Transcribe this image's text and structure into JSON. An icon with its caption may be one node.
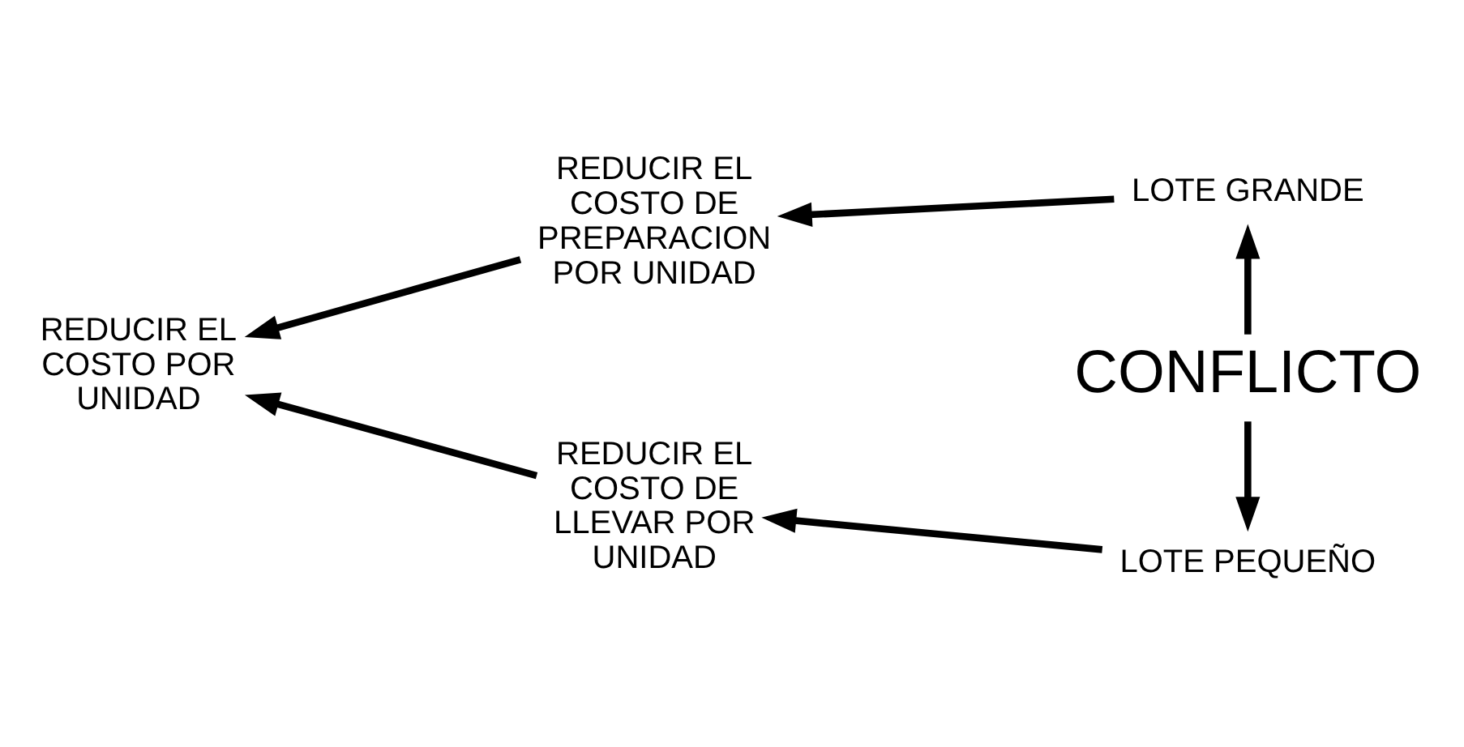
{
  "diagram": {
    "nodes": [
      {
        "text": [
          "REDUCIR EL COSTO POR UNIDAD"
        ]
      },
      {
        "text": [
          "REDUCIR EL COSTO DE PREPARACION POR UNIDAD"
        ]
      },
      {
        "text": [
          "REDUCIR EL COSTO DE LLEVAR POR UNIDAD"
        ]
      },
      {
        "text": [
          "LOTE GRANDE"
        ]
      },
      {
        "text": [
          "CONFLICTO"
        ]
      },
      {
        "text": [
          "LOTE PEQUEÑO"
        ]
      }
    ],
    "edges": [
      {
        "from": 3,
        "to": 1,
        "arrow": "to"
      },
      {
        "from": 1,
        "to": 0,
        "arrow": "to"
      },
      {
        "from": 2,
        "to": 0,
        "arrow": "to"
      },
      {
        "from": 5,
        "to": 2,
        "arrow": "to"
      },
      {
        "from": 4,
        "to": 3,
        "arrow": "to"
      },
      {
        "from": 4,
        "to": 5,
        "arrow": "to"
      }
    ]
  }
}
